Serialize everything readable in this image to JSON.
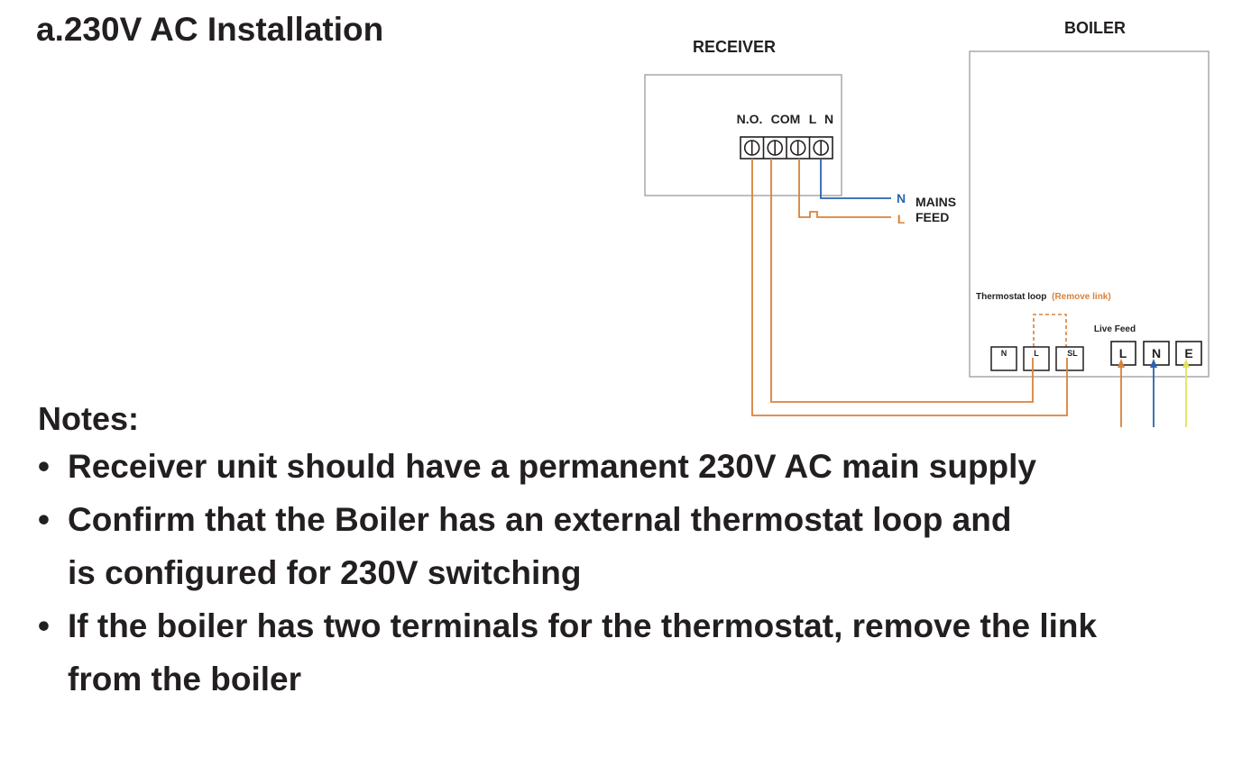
{
  "title": "a.230V AC Installation",
  "diagram": {
    "receiver_label": "RECEIVER",
    "boiler_label": "BOILER",
    "receiver_terminals": {
      "no": "N.O.",
      "com": "COM",
      "l": "L",
      "n": "N"
    },
    "mains": {
      "n_label": "N",
      "l_label": "L",
      "line1": "MAINS",
      "line2": "FEED"
    },
    "thermostat_loop_label": "Thermostat loop",
    "remove_link_label": "(Remove link)",
    "live_feed_label": "Live Feed",
    "loop_terminals": {
      "n": "N",
      "l": "L",
      "sl": "SL"
    },
    "feed_terminals": {
      "l": "L",
      "n": "N",
      "e": "E"
    },
    "colors": {
      "live": "#d9823b",
      "neutral": "#2b63b0",
      "earth": "#e3e35a",
      "box_border": "#a7a9ac",
      "text": "#231f20"
    }
  },
  "notes": {
    "heading": "Notes:",
    "items": [
      "Receiver unit should have a permanent 230V AC main supply",
      "Confirm that the Boiler has an external thermostat loop and is configured for 230V switching",
      "If the boiler has two terminals for the thermostat, remove the link from the boiler"
    ]
  }
}
